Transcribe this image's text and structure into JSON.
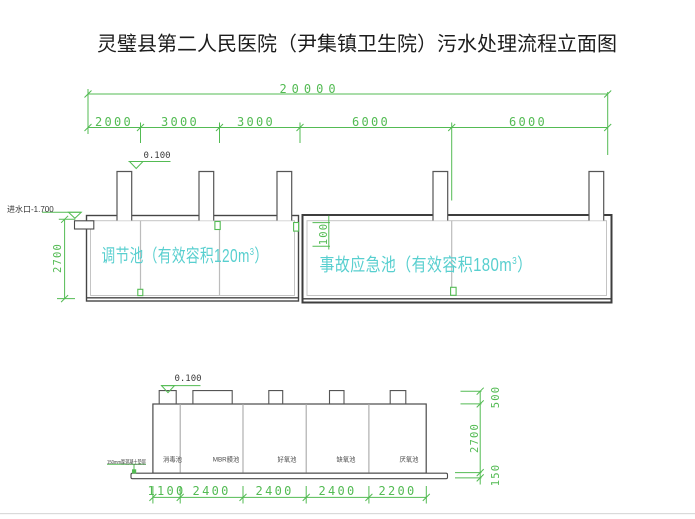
{
  "title": "灵璧县第二人民医院（尹集镇卫生院）污水处理流程立面图",
  "colors": {
    "dimension_green": "#53bb53",
    "tank_label_cyan": "#58cfcf",
    "outline_dark": "#454545",
    "wall_light_gray": "#bcbcbc",
    "background": "#ffffff"
  },
  "top_elevation": {
    "overall_width_dim": "20000",
    "segment_dims": [
      "2000",
      "3000",
      "3000",
      "6000",
      "6000"
    ],
    "tank_height_dim": "2700",
    "freeboard_dim": "100",
    "top_level_mark": "0.100",
    "inlet_label": "进水口-1.700",
    "regulating_tank": {
      "prefix": "调节池（有效容积120m",
      "sup": "3",
      "suffix": "）"
    },
    "emergency_tank": {
      "prefix": "事故应急池（有效容积180m",
      "sup": "3",
      "suffix": "）"
    }
  },
  "bottom_elevation": {
    "top_level_mark": "0.100",
    "slab_note": "150mm厚混凝土垫层",
    "compartments": [
      "消毒池",
      "MBR膜池",
      "好氧池",
      "缺氧池",
      "厌氧池"
    ],
    "width_dims": [
      "1100",
      "2400",
      "2400",
      "2400",
      "2200"
    ],
    "stub_height_dim": "500",
    "tank_height_dim": "2700",
    "slab_thickness_dim": "150"
  }
}
